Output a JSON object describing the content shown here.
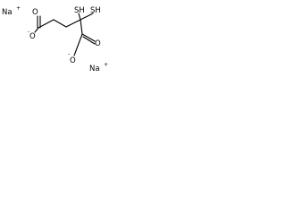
{
  "molecule": {
    "atoms": {
      "na_left": "Na",
      "na_left_charge": "+",
      "o_ester_carbonyl": "O",
      "o_ester": "O",
      "o_ester_charge": "-",
      "sh_1": "SH",
      "sh_2": "SH",
      "o_acid_carbonyl": "O",
      "o_acid": "O",
      "o_acid_charge": "-",
      "na_right": "Na",
      "na_right_charge": "+"
    }
  }
}
